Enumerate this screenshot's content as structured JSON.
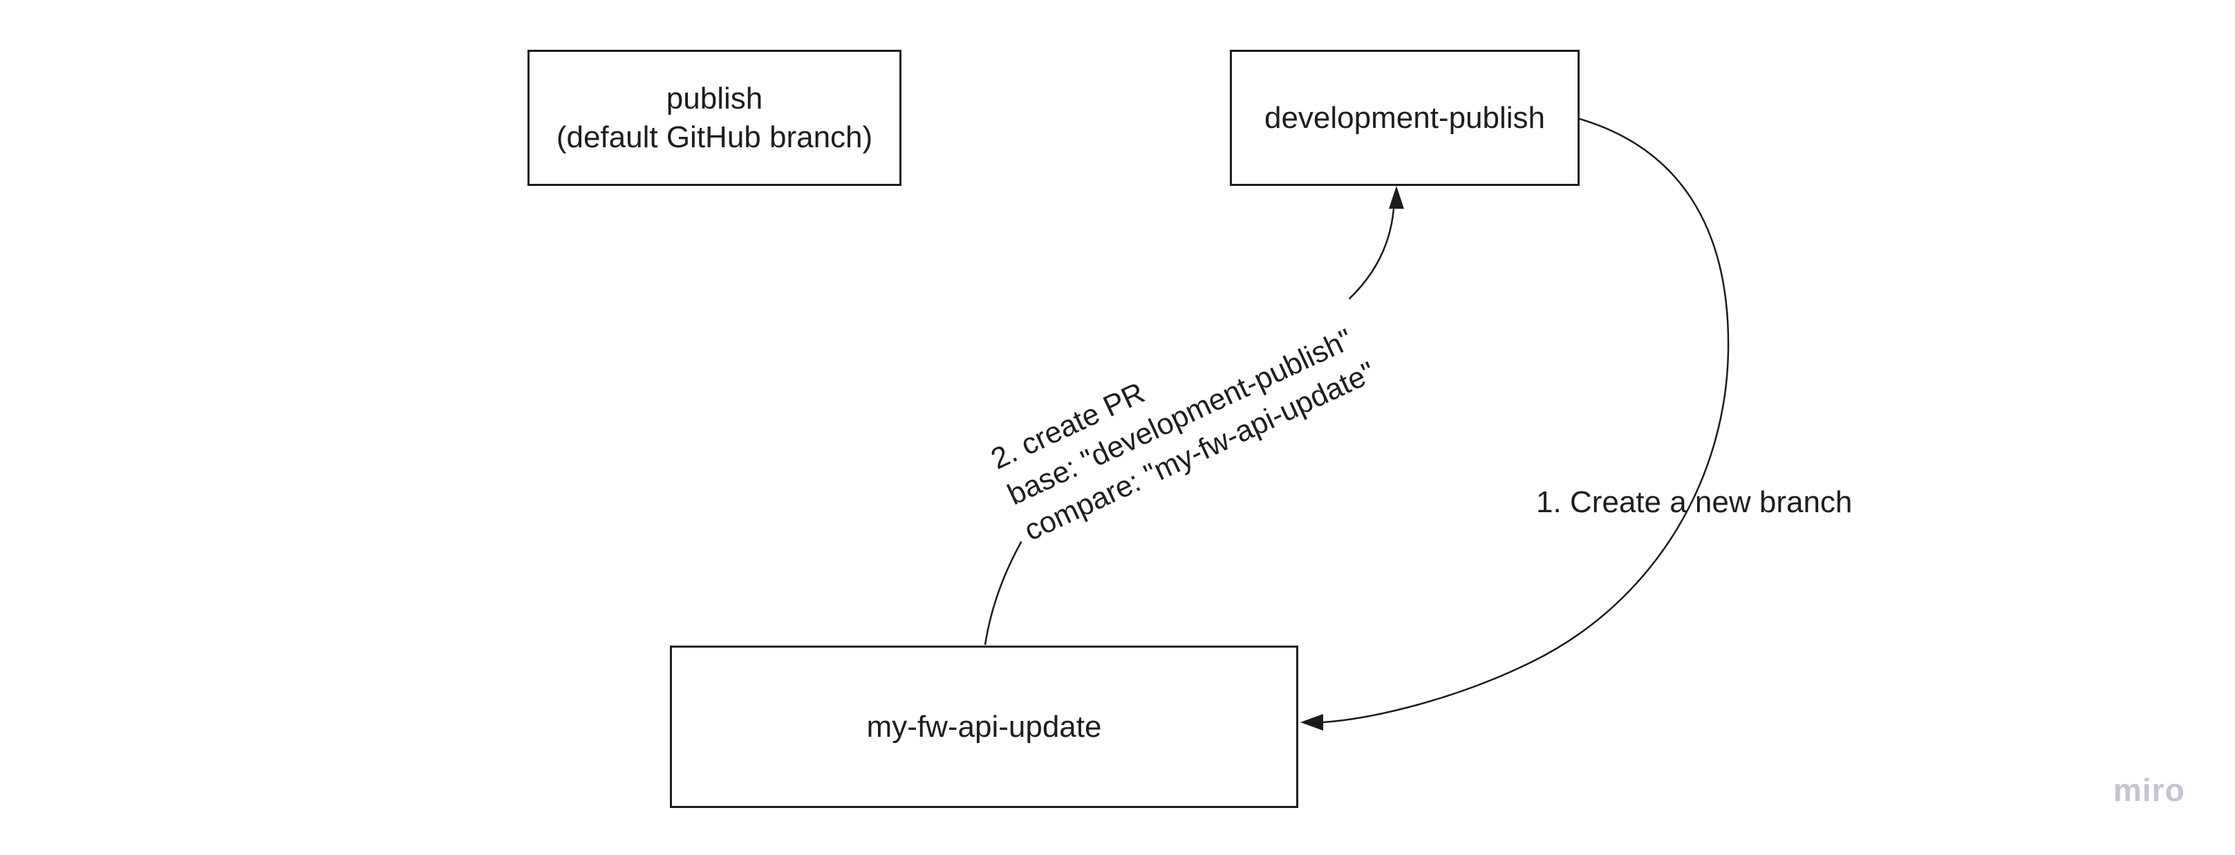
{
  "canvas": {
    "background_color": "#ffffff",
    "stroke_color": "#1b1b1f",
    "text_color": "#1e1e1e"
  },
  "nodes": [
    {
      "id": "publish",
      "lines": [
        "publish",
        "(default GitHub branch)"
      ]
    },
    {
      "id": "development-publish",
      "lines": [
        "development-publish"
      ]
    },
    {
      "id": "my-fw-api-update",
      "lines": [
        "my-fw-api-update"
      ]
    }
  ],
  "connectors": [
    {
      "id": "create-branch",
      "from": "development-publish",
      "to": "my-fw-api-update",
      "label": "1. Create a new branch"
    },
    {
      "id": "create-pr",
      "from": "my-fw-api-update",
      "to": "development-publish",
      "label_lines": [
        "2. create PR",
        "base: \"development-publish\"",
        "compare: \"my-fw-api-update\""
      ]
    }
  ],
  "watermark": {
    "text": "miro",
    "color": "#c6c4d2"
  }
}
